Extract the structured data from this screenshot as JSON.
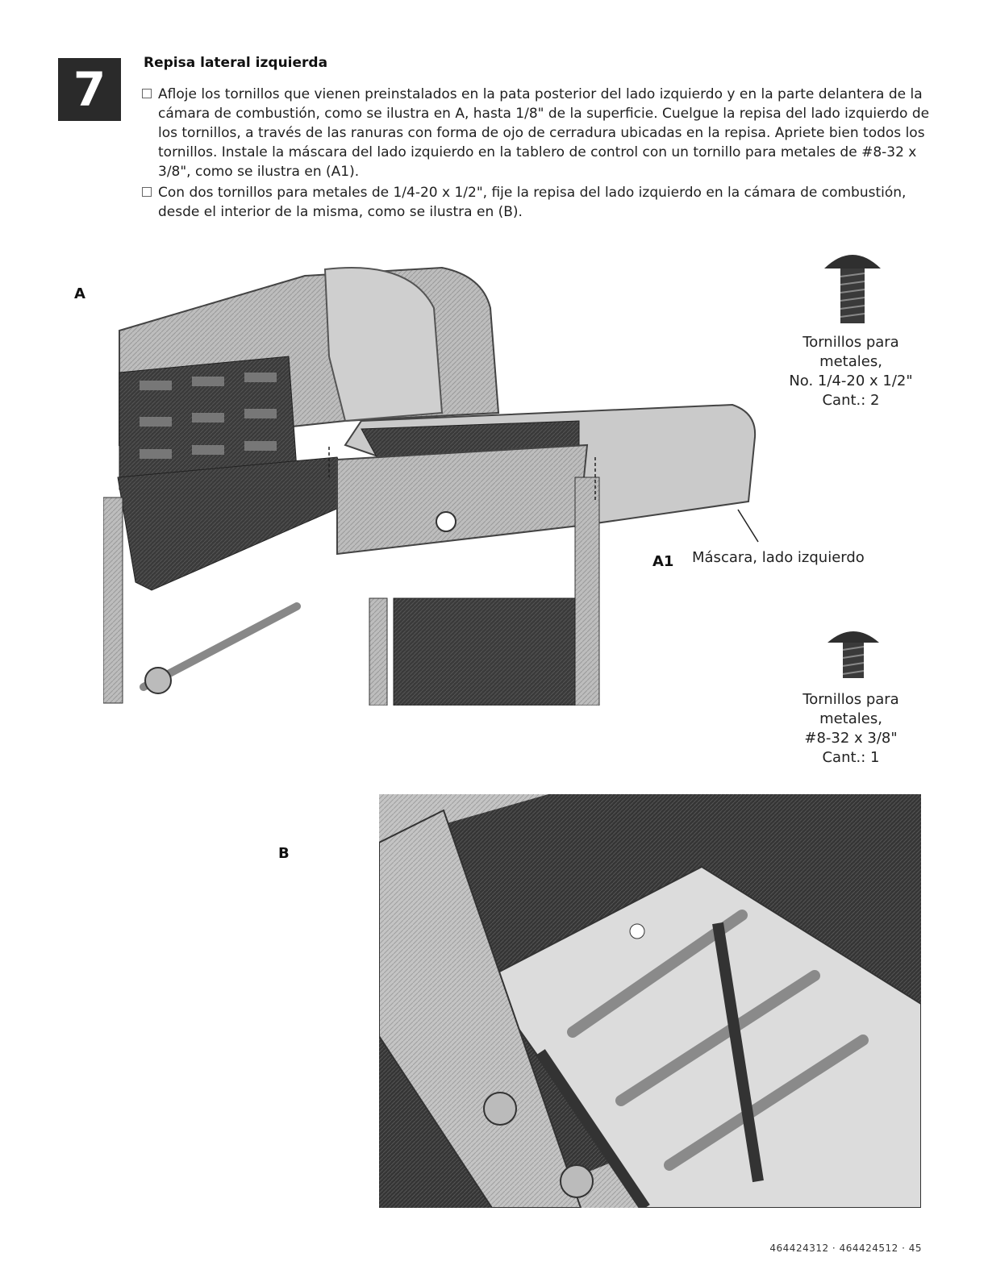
{
  "step_number": "7",
  "title": "Repisa lateral izquierda",
  "instructions": [
    "Afloje los tornillos que vienen preinstalados en la pata posterior del lado izquierdo y en la parte delantera de la cámara de combustión, como se ilustra en A, hasta 1/8\" de la superficie. Cuelgue la repisa del lado izquierdo de los tornillos, a través de las ranuras con forma de ojo de cerradura ubicadas en la repisa. Apriete bien todos los tornillos. Instale la máscara del lado izquierdo en la tablero de control con un tornillo para metales de #8-32 x 3/8\", como se ilustra en (A1).",
    "Con dos tornillos para metales de 1/4-20 x 1/2\", fije la repisa del lado izquierdo en la cámara de combustión, desde el interior de la misma, como se ilustra en (B)."
  ],
  "figure_labels": {
    "a": "A",
    "a1": "A1",
    "b": "B"
  },
  "mask_label": "Máscara, lado izquierdo",
  "screw1": {
    "line1": "Tornillos para",
    "line2": "metales,",
    "line3": "No. 1/4-20 x 1/2\"",
    "line4": "Cant.: 2"
  },
  "screw2": {
    "line1": "Tornillos para",
    "line2": "metales,",
    "line3": "#8-32 x 3/8\"",
    "line4": "Cant.: 1"
  },
  "footer": "464424312 · 464424512 · 45"
}
